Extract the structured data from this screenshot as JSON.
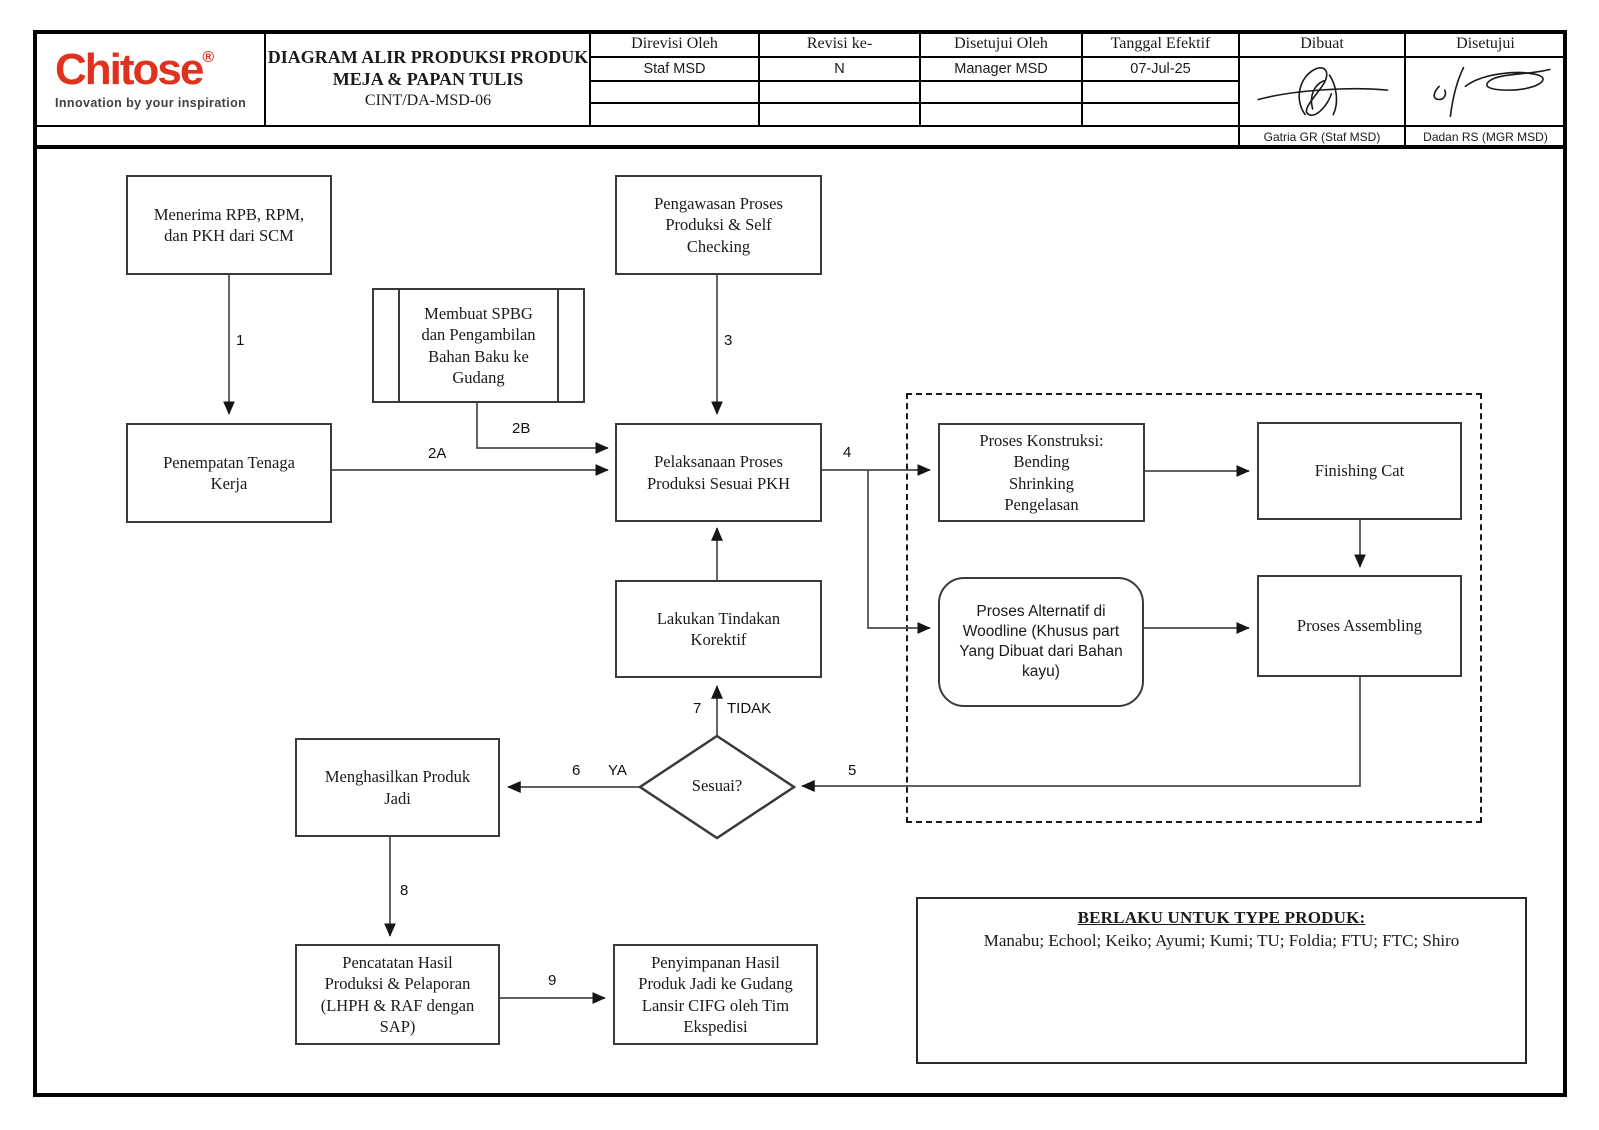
{
  "header": {
    "logo": {
      "brand": "Chitose",
      "reg": "®",
      "tagline": "Innovation by your inspiration"
    },
    "title_line1": "DIAGRAM ALIR PRODUKSI PRODUK",
    "title_line2": "MEJA & PAPAN TULIS",
    "doc_code": "CINT/DA-MSD-06",
    "revision_table": {
      "col1_label": "Direvisi Oleh",
      "col1_value": "Staf MSD",
      "col2_label": "Revisi ke-",
      "col2_value": "N",
      "col3_label": "Disetujui Oleh",
      "col3_value": "Manager MSD",
      "col4_label": "Tanggal Efektif",
      "col4_value": "07-Jul-25"
    },
    "approval": {
      "dibuat_label": "Dibuat",
      "dibuat_name": "Gatria GR (Staf MSD)",
      "disetujui_label": "Disetujui",
      "disetujui_name": "Dadan RS (MGR MSD)"
    }
  },
  "flowchart": {
    "nodes": {
      "menerima": {
        "label": "Menerima RPB, RPM,\ndan PKH dari SCM"
      },
      "membuat_spbg": {
        "label": "Membuat SPBG\ndan Pengambilan\nBahan Baku ke\nGudang"
      },
      "penempatan": {
        "label": "Penempatan Tenaga\nKerja"
      },
      "pengawasan": {
        "label": "Pengawasan Proses\nProduksi & Self\nChecking"
      },
      "pelaksanaan": {
        "label": "Pelaksanaan Proses\nProduksi Sesuai PKH"
      },
      "proses_konstruksi": {
        "label": "Proses Konstruksi:\nBending\nShrinking\nPengelasan"
      },
      "finishing_cat": {
        "label": "Finishing Cat"
      },
      "proses_alternatif": {
        "label": "Proses Alternatif di\nWoodline (Khusus part\nYang Dibuat dari Bahan\nkayu)"
      },
      "proses_assembling": {
        "label": "Proses Assembling"
      },
      "lakukan_tindakan": {
        "label": "Lakukan Tindakan\nKorektif"
      },
      "sesuai": {
        "label": "Sesuai?"
      },
      "menghasilkan": {
        "label": "Menghasilkan Produk\nJadi"
      },
      "pencatatan": {
        "label": "Pencatatan Hasil\nProduksi & Pelaporan\n(LHPH & RAF dengan\nSAP)"
      },
      "penyimpanan": {
        "label": "Penyimpanan Hasil\nProduk Jadi ke Gudang\nLansir CIFG oleh Tim\nEkspedisi"
      }
    },
    "edge_labels": {
      "e1": "1",
      "e2a": "2A",
      "e2b": "2B",
      "e3": "3",
      "e4": "4",
      "e5": "5",
      "e6": "6",
      "e7": "7",
      "e8": "8",
      "e9": "9",
      "yes": "YA",
      "no": "TIDAK"
    }
  },
  "note_box": {
    "title": "BERLAKU UNTUK TYPE PRODUK:",
    "products": "Manabu; Echool; Keiko; Ayumi; Kumi; TU; Foldia; FTU; FTC; Shiro"
  },
  "colors": {
    "brand_red": "#e0301e",
    "box_border": "#3a3a3a",
    "connector": "#4a4a4a"
  }
}
